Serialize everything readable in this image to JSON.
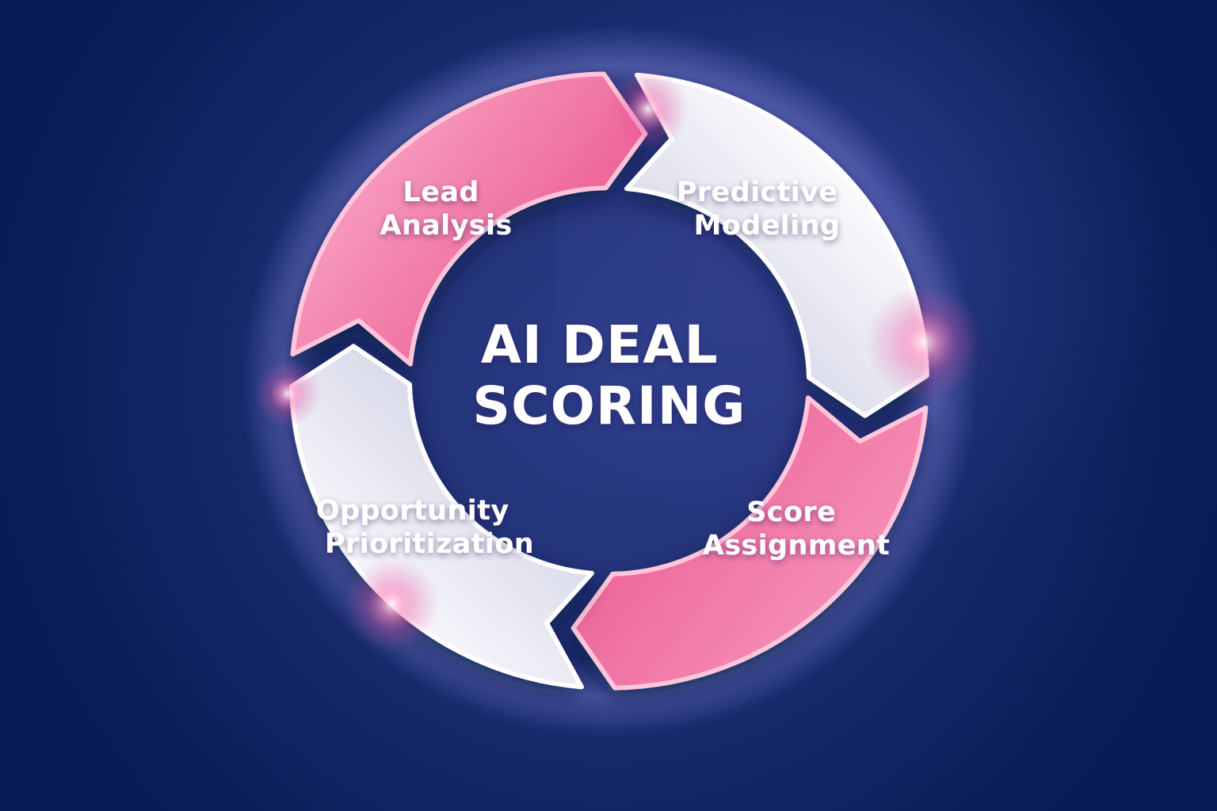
{
  "diagram": {
    "type": "cycle",
    "flow": "clockwise",
    "title": {
      "line1": "AI DEAL",
      "line2": "SCORING"
    },
    "steps": [
      {
        "id": "lead-analysis",
        "line1": "Lead",
        "line2": "Analysis",
        "position": "top-left",
        "color": "#ee6697"
      },
      {
        "id": "predictive-modeling",
        "line1": "Predictive",
        "line2": "Modeling",
        "position": "top-right",
        "color": "#e6e6f2"
      },
      {
        "id": "score-assignment",
        "line1": "Score",
        "line2": "Assignment",
        "position": "bottom-right",
        "color": "#ee6697"
      },
      {
        "id": "opportunity-prioritization",
        "line1": "Opportunity",
        "line2": "Prioritization",
        "position": "bottom-left",
        "color": "#e6e6f2"
      }
    ],
    "colors": {
      "background_center": "#2b3c86",
      "background_edge": "#071d55",
      "pink_segment": "#ee6697",
      "light_segment": "#e6e6f2",
      "glow_pink": "#ff8fc0",
      "text": "#ffffff"
    }
  }
}
